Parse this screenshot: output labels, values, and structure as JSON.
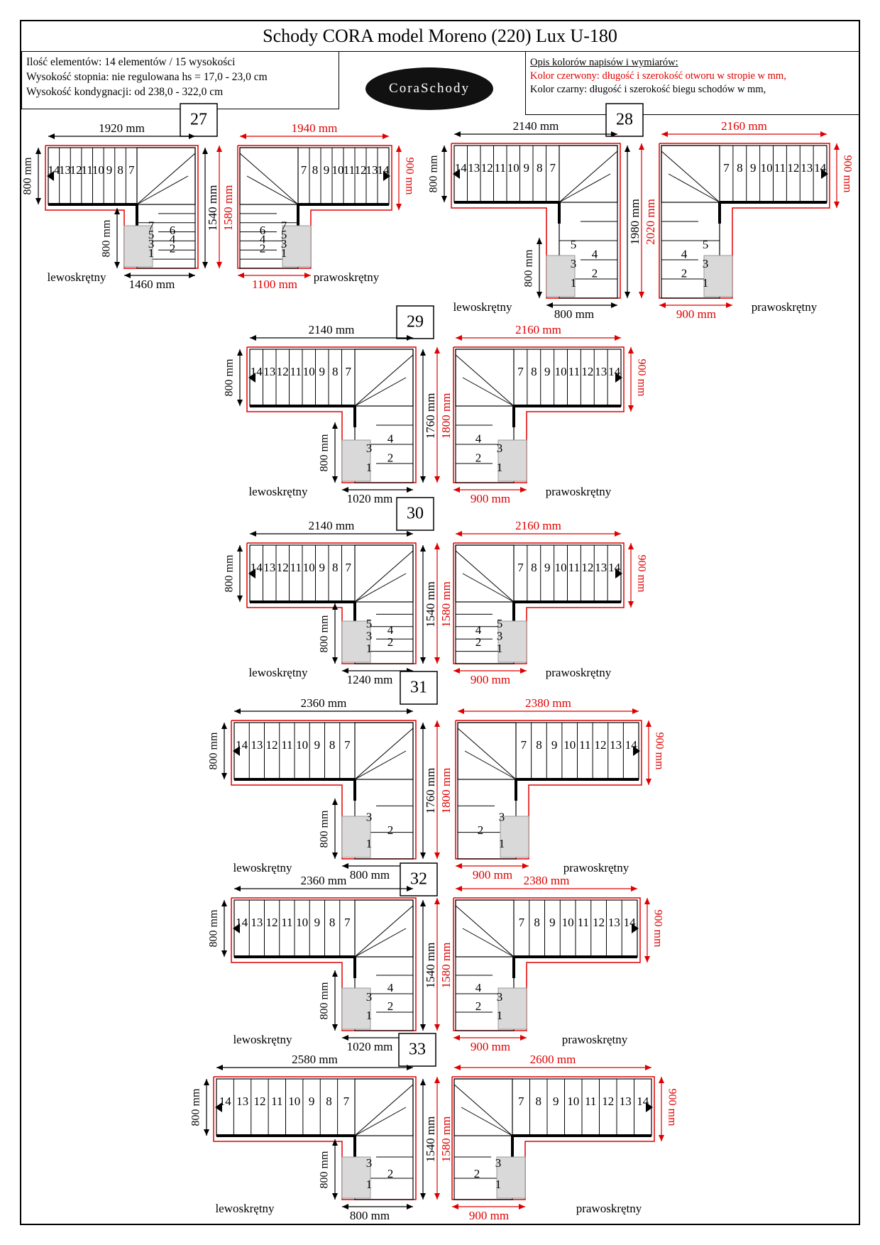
{
  "title": "Schody CORA model Moreno (220) Lux U-180",
  "info": [
    "Ilość elementów: 14 elementów / 15 wysokości",
    "Wysokość stopnia: nie regulowana hs = 17,0 - 23,0 cm",
    "Wysokość kondygnacji: od 238,0 - 322,0 cm"
  ],
  "legend": {
    "heading": "Opis kolorów napisów i wymiarów:",
    "red": "Kolor czerwony: długość i szerokość otworu w stropie w mm,",
    "black": "Kolor czarny: długość i szerokość biegu schodów w mm,"
  },
  "logo": "CoraSchody",
  "colors": {
    "red": "#e00000",
    "grey": "#d9d9d9"
  },
  "labels": {
    "left": "lewoskrętny",
    "right": "prawoskrętny"
  },
  "variants": [
    {
      "num": "27",
      "L": "1920 mm",
      "Lred": "1940 mm",
      "W": "800 mm",
      "Wred": "900 mm",
      "H": "1540 mm",
      "Hred": "1580 mm",
      "legW": "800 mm",
      "bottom": "1460 mm",
      "bottomRed": "1100 mm"
    },
    {
      "num": "28",
      "L": "2140 mm",
      "Lred": "2160 mm",
      "W": "800 mm",
      "Wred": "900 mm",
      "H": "1980 mm",
      "Hred": "2020 mm",
      "legW": "800 mm",
      "bottom": "800 mm",
      "bottomRed": "900 mm"
    },
    {
      "num": "29",
      "L": "2140 mm",
      "Lred": "2160 mm",
      "W": "800 mm",
      "Wred": "900 mm",
      "H": "1760 mm",
      "Hred": "1800 mm",
      "legW": "800 mm",
      "bottom": "1020 mm",
      "bottomRed": "900 mm"
    },
    {
      "num": "30",
      "L": "2140 mm",
      "Lred": "2160 mm",
      "W": "800 mm",
      "Wred": "900 mm",
      "H": "1540 mm",
      "Hred": "1580 mm",
      "legW": "800 mm",
      "bottom": "1240 mm",
      "bottomRed": "900 mm"
    },
    {
      "num": "31",
      "L": "2360 mm",
      "Lred": "2380 mm",
      "W": "800 mm",
      "Wred": "900 mm",
      "H": "1760 mm",
      "Hred": "1800 mm",
      "legW": "800 mm",
      "bottom": "800 mm",
      "bottomRed": "900 mm"
    },
    {
      "num": "32",
      "L": "2360 mm",
      "Lred": "2380 mm",
      "W": "800 mm",
      "Wred": "900 mm",
      "H": "1540 mm",
      "Hred": "1580 mm",
      "legW": "800 mm",
      "bottom": "1020 mm",
      "bottomRed": "900 mm"
    },
    {
      "num": "33",
      "L": "2580 mm",
      "Lred": "2600 mm",
      "W": "800 mm",
      "Wred": "900 mm",
      "H": "1540 mm",
      "Hred": "1580 mm",
      "legW": "800 mm",
      "bottom": "800 mm",
      "bottomRed": "900 mm"
    }
  ]
}
